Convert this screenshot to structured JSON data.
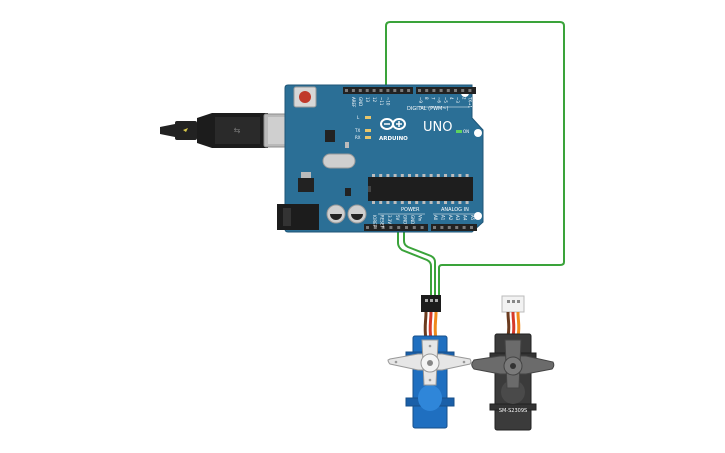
{
  "board": {
    "brand": "ARDUINO",
    "model": "UNO",
    "aref_label": "AREF",
    "gnd_label": "GND",
    "digital_label": "DIGITAL (PWM~)",
    "digital_pins": [
      "13",
      "12",
      "~11",
      "~10",
      "~9",
      "8",
      "7",
      "~6",
      "~5",
      "4",
      "~3",
      "2",
      "TX→1",
      "RX←0"
    ],
    "led_l_label": "L",
    "led_tx_label": "TX",
    "led_rx_label": "RX",
    "on_label": "ON",
    "power_label": "POWER",
    "power_pins": [
      "IOREF",
      "RESET",
      "3.3V",
      "5V",
      "GND",
      "GND",
      "Vin"
    ],
    "analog_label": "ANALOG IN",
    "analog_pins": [
      "A0",
      "A1",
      "A2",
      "A3",
      "A4",
      "A5"
    ]
  },
  "servo_right": {
    "label": "SM-S2309S"
  },
  "colors": {
    "board": "#2b6f96",
    "board_dark": "#1f5677",
    "wire": "#3aa33a",
    "servo_blue": "#1f6fc0",
    "servo_dark": "#3b3b3b",
    "usb_cable": "#222222"
  }
}
